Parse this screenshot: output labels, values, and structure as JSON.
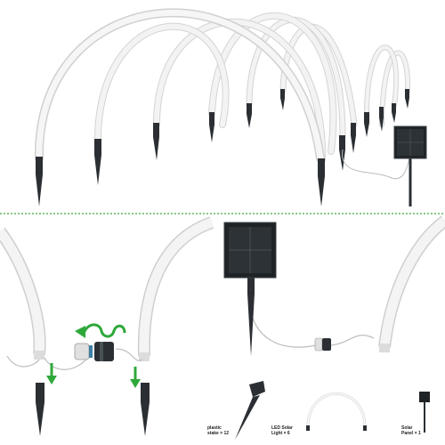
{
  "components": [
    {
      "id": "stake",
      "name": "plastic stake",
      "count": "12"
    },
    {
      "id": "light",
      "name": "LED Solar Light",
      "count": "6"
    },
    {
      "id": "panel",
      "name": "Solar Panel",
      "count": "1"
    }
  ],
  "captions": {
    "stake_line1": "plastic",
    "stake_line2": "stake × 12",
    "light_line1": "LED Solar",
    "light_line2": "Light × 6",
    "panel_line1": "Solar",
    "panel_line2": "Panel × 1"
  },
  "colors": {
    "background": "#ffffff",
    "tube": "#ececec",
    "tube_edge": "#d2d2d2",
    "stake": "#2b2f33",
    "panel": "#1f2326",
    "divider": "#3aaa3a",
    "arrow": "#2fa83a",
    "cable": "#bdbdbd"
  },
  "icons": [
    "down-arrow-icon",
    "rotate-arrow-icon",
    "solar-panel-icon"
  ]
}
